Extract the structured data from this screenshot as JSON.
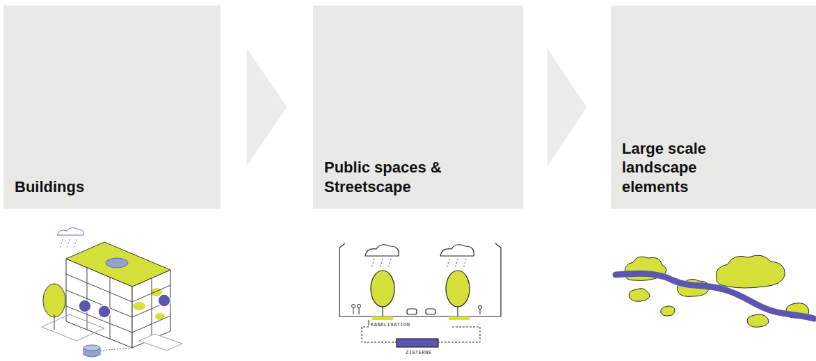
{
  "diagram": {
    "nodes": [
      {
        "text": [
          "Buildings"
        ]
      },
      {
        "text": [
          "Public spaces & Streetscape"
        ]
      },
      {
        "text": [
          "Large scale landscape elements"
        ]
      }
    ],
    "edges": [
      {
        "from": 0,
        "to": 1,
        "arrow": "to"
      },
      {
        "from": 1,
        "to": 2,
        "arrow": "to"
      }
    ],
    "labels": [
      "KANALISATION",
      "ZISTERNE"
    ]
  }
}
